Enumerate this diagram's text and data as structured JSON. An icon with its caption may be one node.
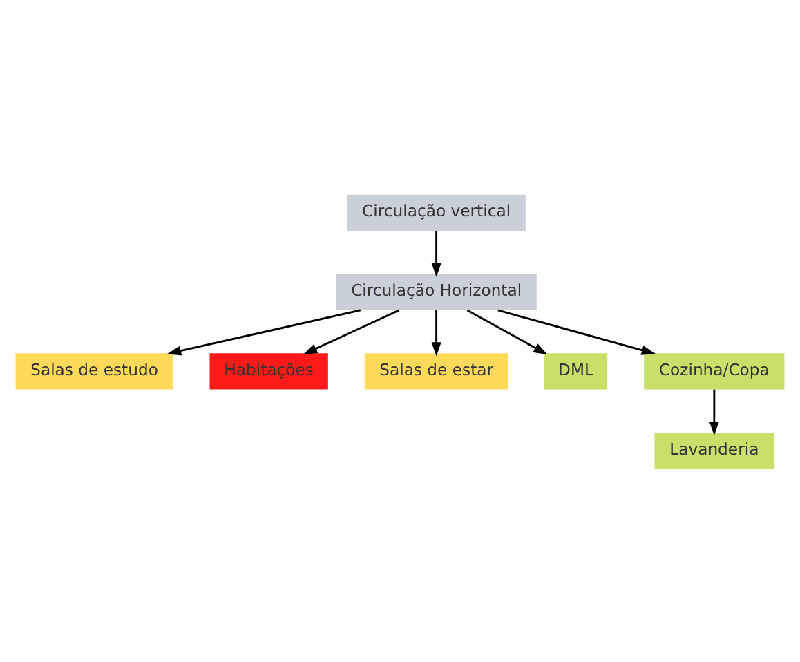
{
  "diagram": {
    "nodes": [
      {
        "text": [
          "Circulação vertical"
        ]
      },
      {
        "text": [
          "Salas de estudo"
        ]
      },
      {
        "text": [
          "Circulação Horizontal"
        ]
      },
      {
        "text": [
          "Habitações"
        ]
      },
      {
        "text": [
          "Salas de estar"
        ]
      },
      {
        "text": [
          "DML"
        ]
      },
      {
        "text": [
          "Cozinha/Copa"
        ]
      },
      {
        "text": [
          "Lavanderia"
        ]
      }
    ],
    "edges": [
      {
        "from": 0,
        "to": 2,
        "arrow": "to"
      },
      {
        "from": 2,
        "to": 1,
        "arrow": "to"
      },
      {
        "from": 2,
        "to": 3,
        "arrow": "to"
      },
      {
        "from": 2,
        "to": 4,
        "arrow": "to"
      },
      {
        "from": 2,
        "to": 5,
        "arrow": "to"
      },
      {
        "from": 2,
        "to": 6,
        "arrow": "to"
      },
      {
        "from": 6,
        "to": 7,
        "arrow": "to"
      }
    ]
  }
}
